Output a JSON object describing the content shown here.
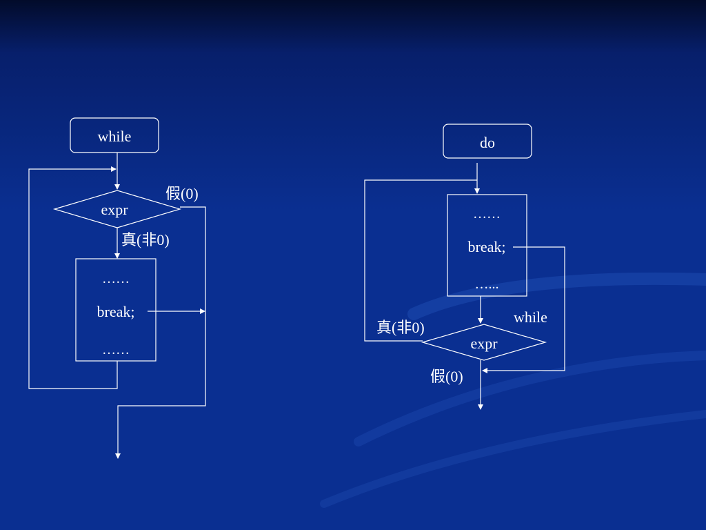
{
  "colors": {
    "background": "#0a2f91",
    "background_top": "#020b2a",
    "stroke": "#ffffff",
    "text": "#ffffff",
    "swoosh": "#1d4ab0"
  },
  "left_diagram": {
    "start_label": "while",
    "condition_label": "expr",
    "false_label": "假(0)",
    "true_label": "真(非0)",
    "body_line1": "……",
    "body_line2": "break;",
    "body_line3": "……"
  },
  "right_diagram": {
    "start_label": "do",
    "body_line1": "……",
    "body_line2": "break;",
    "body_line3": "…...",
    "while_label": "while",
    "true_label": "真(非0)",
    "condition_label": "expr",
    "false_label": "假(0)"
  }
}
